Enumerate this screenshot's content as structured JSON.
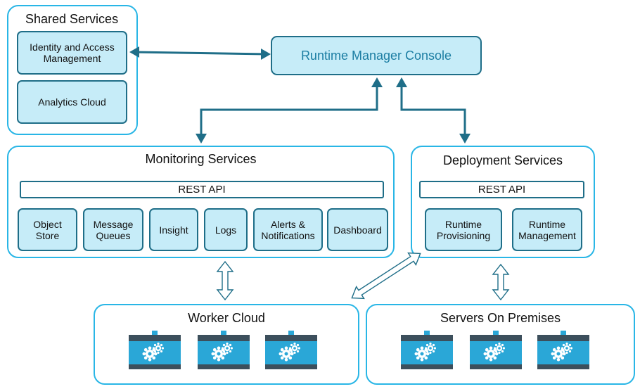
{
  "shared": {
    "title": "Shared Services",
    "items": [
      {
        "label": "Identity and Access\nManagement"
      },
      {
        "label": "Analytics Cloud"
      }
    ]
  },
  "console": {
    "label": "Runtime Manager Console"
  },
  "monitoring": {
    "title": "Monitoring Services",
    "api": "REST API",
    "items": [
      {
        "label": "Object\nStore"
      },
      {
        "label": "Message\nQueues"
      },
      {
        "label": "Insight"
      },
      {
        "label": "Logs"
      },
      {
        "label": "Alerts &\nNotifications"
      },
      {
        "label": "Dashboard"
      }
    ]
  },
  "deployment": {
    "title": "Deployment Services",
    "api": "REST API",
    "items": [
      {
        "label": "Runtime\nProvisioning"
      },
      {
        "label": "Runtime\nManagement"
      }
    ]
  },
  "worker": {
    "title": "Worker Cloud",
    "servers": [
      "server-gears-icon",
      "server-gears-icon",
      "server-gears-icon"
    ]
  },
  "premises": {
    "title": "Servers On Premises",
    "servers": [
      "server-gears-icon",
      "server-gears-icon",
      "server-gears-icon"
    ]
  },
  "colors": {
    "group_border": "#29b6e6",
    "box_fill": "#c6ecf8",
    "box_border": "#1f6e88",
    "arrow": "#1f6e88"
  }
}
